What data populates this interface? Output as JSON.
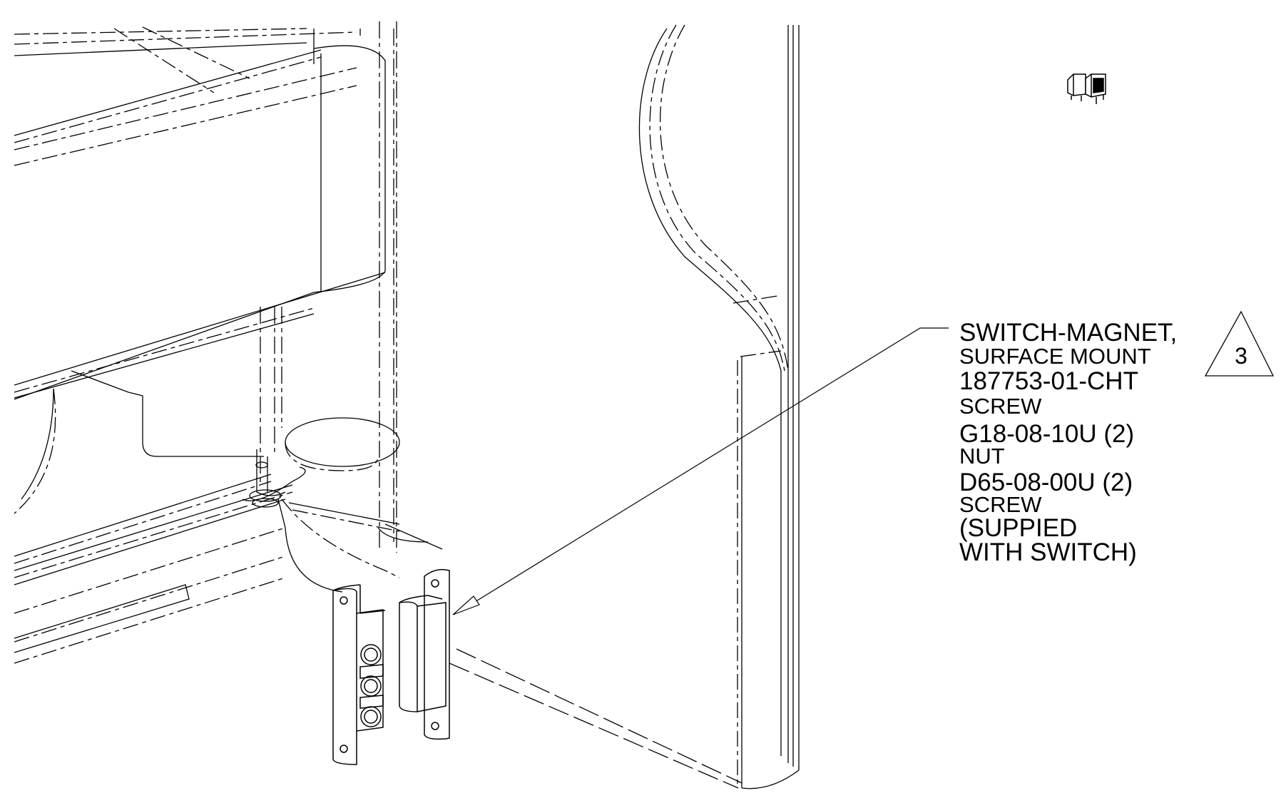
{
  "callout": {
    "lines": [
      {
        "text": "SWITCH-MAGNET,",
        "size": "large"
      },
      {
        "text": "SURFACE MOUNT",
        "size": "small"
      },
      {
        "text": "187753-01-CHT",
        "size": "large"
      },
      {
        "text": "SCREW",
        "size": "small"
      },
      {
        "text": "G18-08-10U (2)",
        "size": "large"
      },
      {
        "text": "NUT",
        "size": "small"
      },
      {
        "text": "D65-08-00U (2)",
        "size": "large"
      },
      {
        "text": "SCREW",
        "size": "small"
      },
      {
        "text": "(SUPPIED",
        "size": "large"
      },
      {
        "text": "WITH SWITCH)",
        "size": "large"
      }
    ]
  },
  "revision_marker": {
    "label": "3"
  },
  "colors": {
    "line": "#000000",
    "background": "#ffffff"
  },
  "icons": {
    "thumbnail": "switch-magnet-thumbnail-icon"
  }
}
